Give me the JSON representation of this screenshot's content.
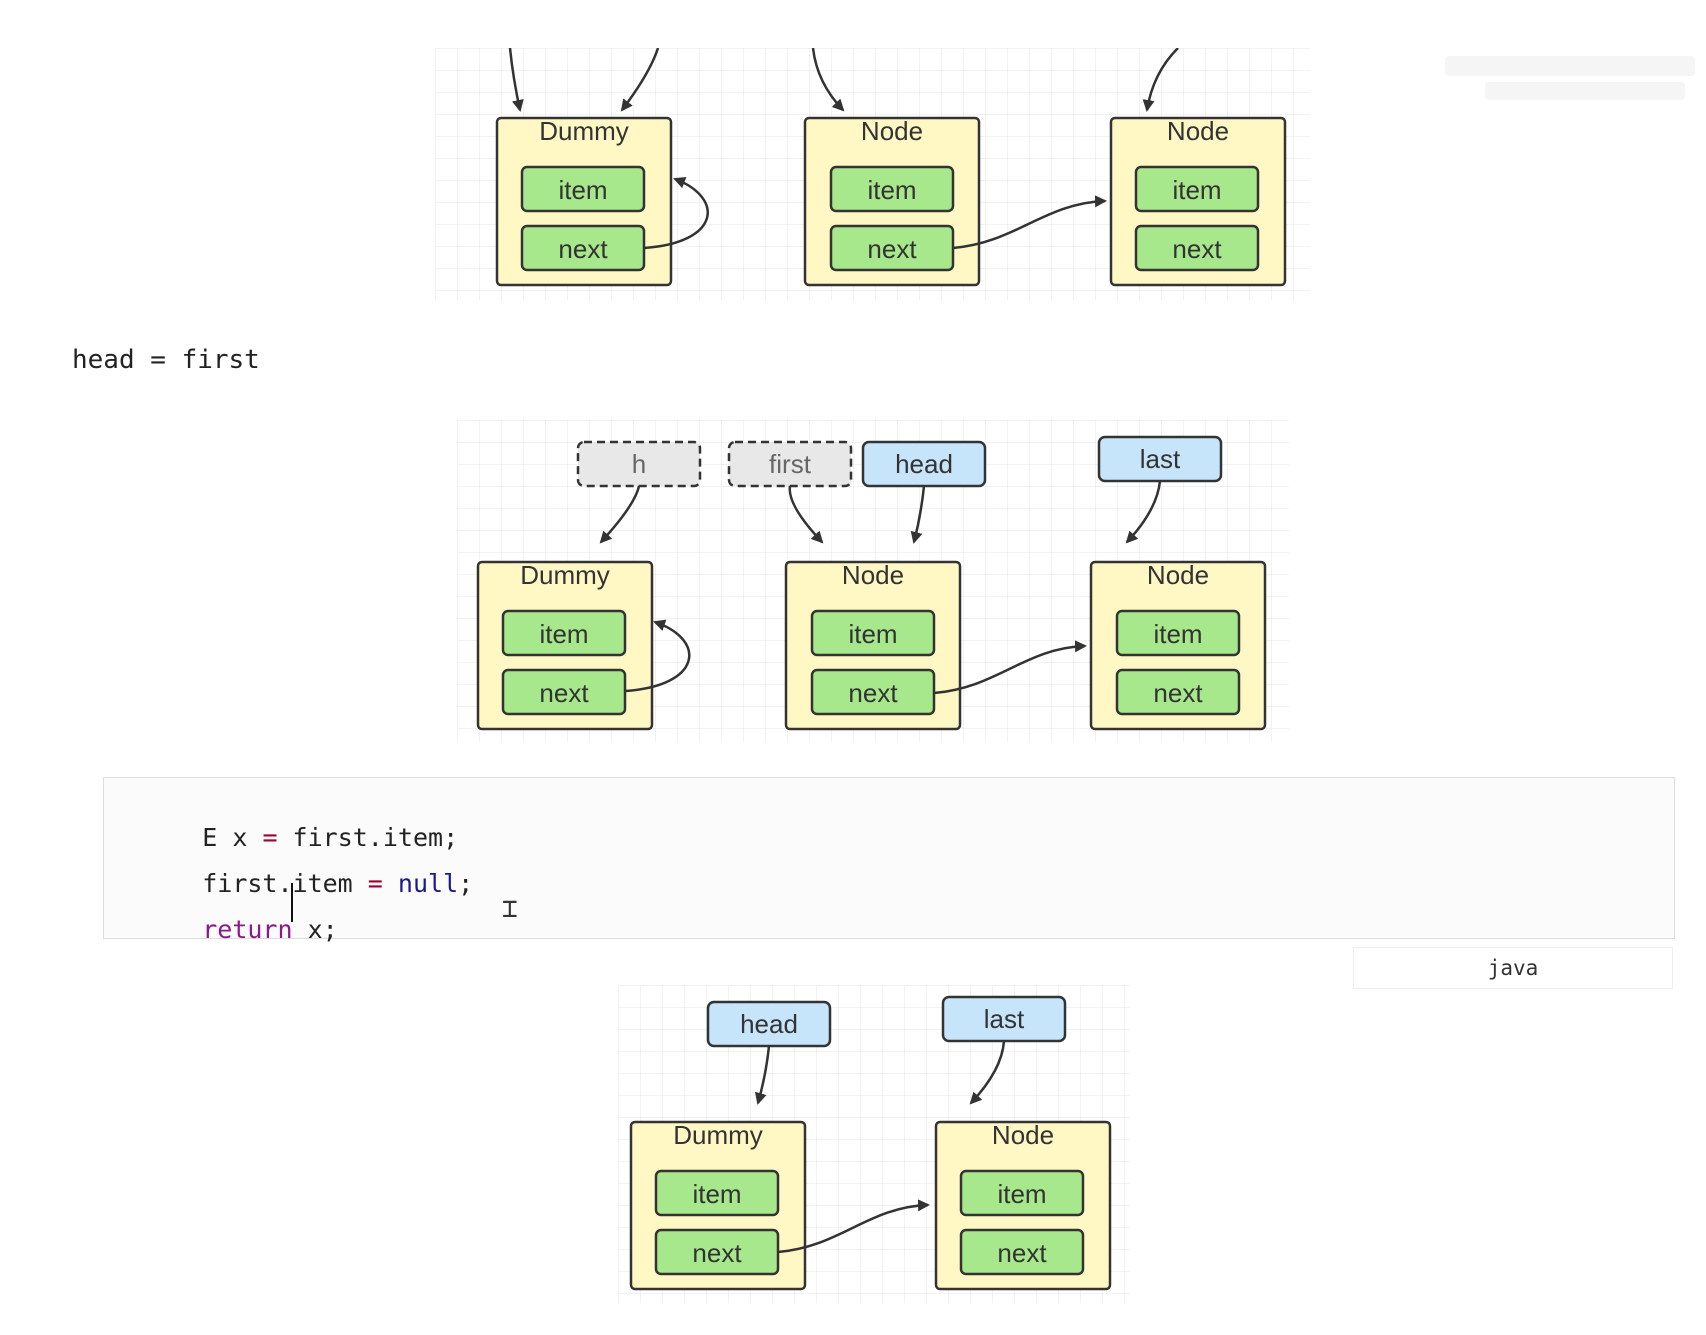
{
  "labels": {
    "dummy": "Dummy",
    "node": "Node",
    "item": "item",
    "next": "next",
    "h": "h",
    "first": "first",
    "head": "head",
    "last": "last"
  },
  "statement": "head = first",
  "code": {
    "lines": [
      [
        {
          "t": "E x ",
          "c": "plain"
        },
        {
          "t": "=",
          "c": "op"
        },
        {
          "t": " first.item;",
          "c": "plain"
        }
      ],
      [
        {
          "t": "first.item ",
          "c": "plain"
        },
        {
          "t": "=",
          "c": "op"
        },
        {
          "t": " ",
          "c": "plain"
        },
        {
          "t": "null",
          "c": "null"
        },
        {
          "t": ";",
          "c": "plain"
        }
      ],
      [
        {
          "t": "return",
          "c": "keyword"
        },
        {
          "t": " x;",
          "c": "plain"
        }
      ]
    ],
    "language": "java"
  },
  "colors": {
    "grid": "#e6e6e6",
    "node_fill": "#fff8c4",
    "field_fill": "#a8e88c",
    "pointer_fill": "#c6e5fb",
    "pointer_dashed_fill": "#e8e8e8",
    "stroke": "#333333",
    "op": "#a1002e",
    "null": "#1a1a8c",
    "keyword": "#8a1a8a",
    "plain": "#222222"
  },
  "icons": {
    "cursor": "text-cursor-icon"
  }
}
